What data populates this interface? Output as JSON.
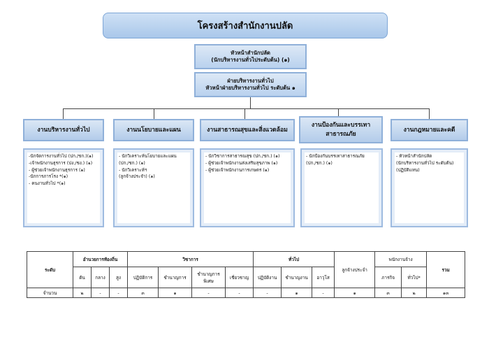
{
  "title": "โครงสร้างสำนักงานปลัด",
  "head": {
    "line1": "หัวหน้าสำนักปลัด",
    "line2": "(นักบริหารงานทั่วไประดับต้น) (๑)"
  },
  "admin": {
    "line1": "ฝ่ายบริหารงานทั่วไป",
    "line2": "หัวหน้าฝ่ายบริหารงานทั่วไป ระดับต้น ๑"
  },
  "departments": [
    {
      "name": "งานบริหารงานทั่วไป",
      "staff": [
        "-นักจัดการงานทั่วไป (ปก./ชก.)(๑)",
        "-เจ้าพนักงานธุรการ (ปง./ชง.) (๑)",
        "- ผู้ช่วยเจ้าพนักงานธุรการ (๑)",
        "-นักการภารโรง *(๑)",
        "- คนงานทั่วไป *(๑)"
      ]
    },
    {
      "name": "งานนโยบายและแผน",
      "staff": [
        "- นักวิเคราะห์นโยบายและแผน",
        "(ปก./ชก.) (๑)",
        "- นักวิเคราะห์ฯ",
        "(ลูกจ้างประจำ) (๑)"
      ]
    },
    {
      "name": "งานสาธารณสุขและสิ่งแวดล้อม",
      "staff": [
        "- นักวิชาการสาธารณสุข (ปก./ชก.) (๑)",
        "- ผู้ช่วยเจ้าพนักงานส่งเสริมสุขภาพ (๑)",
        "- ผู้ช่วยเจ้าพนักงานการเกษตร (๑)"
      ]
    },
    {
      "name": "งานป้องกันและบรรเทาสาธารณภัย",
      "staff": [
        "- นักป้องกันบรรเทาสาธารณภัย",
        "(ปก./ชก.) (๑)"
      ]
    },
    {
      "name": "งานกฎหมายและคดี",
      "staff": [
        "- หัวหน้าสำนักปลัด",
        "(นักบริหารงานทั่วไป ระดับต้น)",
        "(ปฏิบัติแทน)"
      ]
    }
  ],
  "table": {
    "level_label": "ระดับ",
    "local_admin": "อำนวยการท้องถิ่น",
    "local_levels": [
      "ต้น",
      "กลาง",
      "สูง"
    ],
    "academic": "วิชาการ",
    "academic_levels": [
      "ปฏิบัติการ",
      "ชำนาญการ",
      "ชำนาญการพิเศษ",
      "เชี่ยวชาญ"
    ],
    "general": "ทั่วไป",
    "general_levels": [
      "ปฏิบัติงาน",
      "ชำนาญงาน",
      "อาวุโส"
    ],
    "permanent_employee": "ลูกจ้างประจำ",
    "contract_employee": "พนักงานจ้าง",
    "contract_levels": [
      "ภารกิจ",
      "ทั่วไป*"
    ],
    "total_label": "รวม",
    "count_label": "จำนวน",
    "counts": [
      "๒",
      "-",
      "-",
      "๓",
      "๑",
      "-",
      "-",
      "-",
      "๑",
      "-",
      "๑",
      "๓",
      "๒",
      "๑๓"
    ]
  }
}
